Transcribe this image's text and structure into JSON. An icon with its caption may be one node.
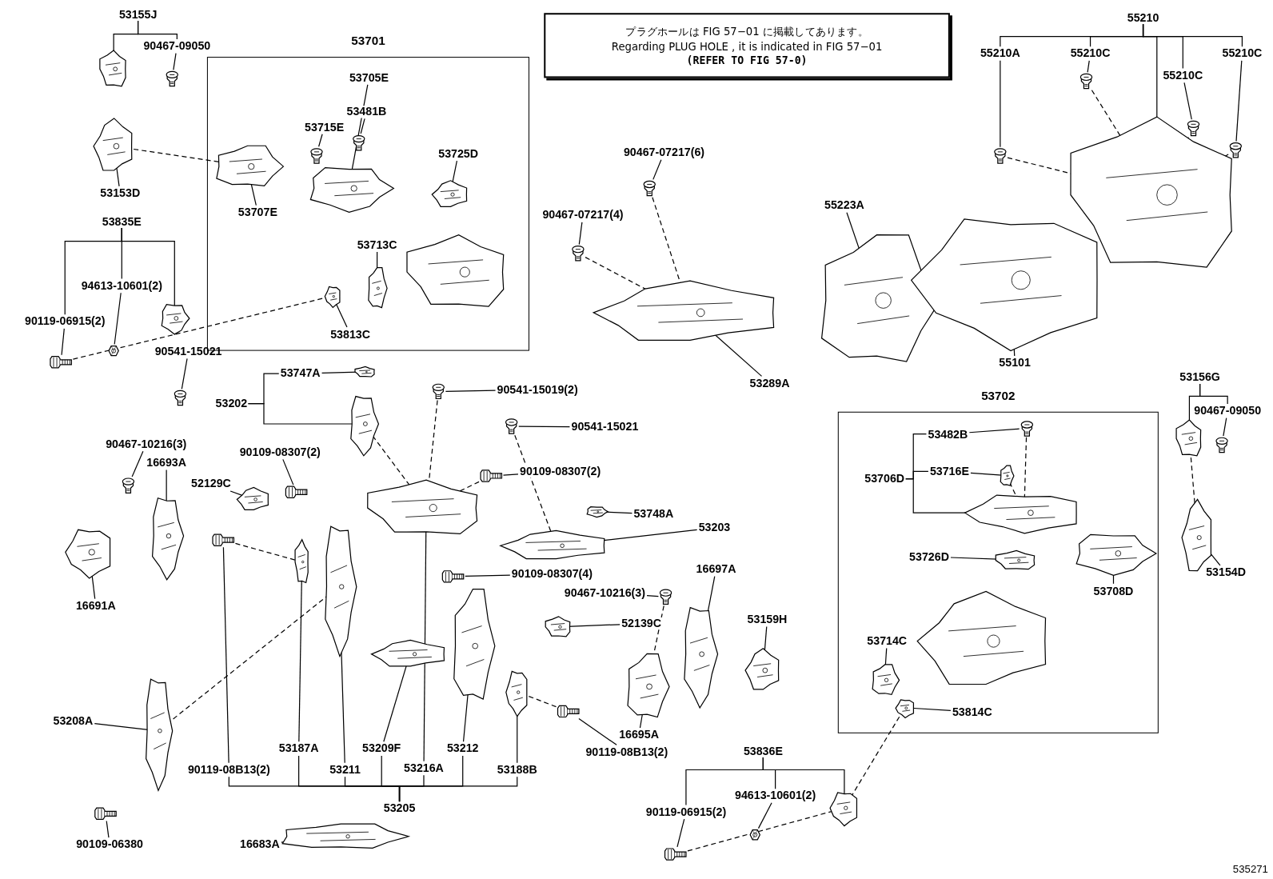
{
  "diagram": {
    "nodes": [
      {
        "text": [
          "53155J"
        ]
      },
      {
        "text": [
          "90467-09050"
        ]
      },
      {
        "text": [
          "53153D"
        ]
      },
      {
        "text": [
          "53835E"
        ]
      },
      {
        "text": [
          "94613-10601(2)"
        ]
      },
      {
        "text": [
          "90119-06915(2)"
        ]
      },
      {
        "text": [
          "90541-15021"
        ]
      },
      {
        "text": [
          "90467-10216(3)"
        ]
      },
      {
        "text": [
          "16693A"
        ]
      },
      {
        "text": [
          "52129C"
        ]
      },
      {
        "text": [
          "16691A"
        ]
      },
      {
        "text": [
          "53701"
        ]
      },
      {
        "text": [
          "53705E"
        ],
        "in": 11
      },
      {
        "text": [
          "53715E"
        ],
        "in": 11
      },
      {
        "text": [
          "53481B"
        ],
        "in": 11
      },
      {
        "text": [
          "53725D"
        ],
        "in": 11
      },
      {
        "text": [
          "53707E"
        ],
        "in": 11
      },
      {
        "text": [
          "53713C"
        ],
        "in": 11
      },
      {
        "text": [
          "53813C"
        ],
        "in": 11
      },
      {
        "text": [
          "プラグホールは FIG 57−01 に掲載してあります。",
          "Regarding PLUG HOLE , it is indicated in FIG 57−01",
          "(REFER TO FIG 57-0)"
        ]
      },
      {
        "text": [
          "55210"
        ]
      },
      {
        "text": [
          "55210A"
        ]
      },
      {
        "text": [
          "55210C"
        ]
      },
      {
        "text": [
          "55210C"
        ]
      },
      {
        "text": [
          "55210C"
        ]
      },
      {
        "text": [
          "90467-07217(6)"
        ]
      },
      {
        "text": [
          "90467-07217(4)"
        ]
      },
      {
        "text": [
          "55223A"
        ]
      },
      {
        "text": [
          "53289A"
        ]
      },
      {
        "text": [
          "55101"
        ]
      },
      {
        "text": [
          "53747A"
        ]
      },
      {
        "text": [
          "53202"
        ]
      },
      {
        "text": [
          "90541-15019(2)"
        ]
      },
      {
        "text": [
          "90541-15021"
        ]
      },
      {
        "text": [
          "90109-08307(2)"
        ]
      },
      {
        "text": [
          "90109-08307(2)"
        ]
      },
      {
        "text": [
          "53748A"
        ]
      },
      {
        "text": [
          "53203"
        ]
      },
      {
        "text": [
          "90109-08307(4)"
        ]
      },
      {
        "text": [
          "90467-10216(3)"
        ]
      },
      {
        "text": [
          "16697A"
        ]
      },
      {
        "text": [
          "52139C"
        ]
      },
      {
        "text": [
          "53159H"
        ]
      },
      {
        "text": [
          "16695A"
        ]
      },
      {
        "text": [
          "53208A"
        ]
      },
      {
        "text": [
          "90109-06380"
        ]
      },
      {
        "text": [
          "53187A"
        ]
      },
      {
        "text": [
          "53211"
        ]
      },
      {
        "text": [
          "53209F"
        ]
      },
      {
        "text": [
          "53212"
        ]
      },
      {
        "text": [
          "53216A"
        ]
      },
      {
        "text": [
          "53188B"
        ]
      },
      {
        "text": [
          "90119-08B13(2)"
        ]
      },
      {
        "text": [
          "90119-08B13(2)"
        ]
      },
      {
        "text": [
          "53205"
        ]
      },
      {
        "text": [
          "16683A"
        ]
      },
      {
        "text": [
          "53836E"
        ]
      },
      {
        "text": [
          "94613-10601(2)"
        ]
      },
      {
        "text": [
          "90119-06915(2)"
        ]
      },
      {
        "text": [
          "53702"
        ]
      },
      {
        "text": [
          "53482B"
        ],
        "in": 59
      },
      {
        "text": [
          "53706D"
        ],
        "in": 59
      },
      {
        "text": [
          "53716E"
        ],
        "in": 59
      },
      {
        "text": [
          "53726D"
        ],
        "in": 59
      },
      {
        "text": [
          "53708D"
        ],
        "in": 59
      },
      {
        "text": [
          "53714C"
        ],
        "in": 59
      },
      {
        "text": [
          "53814C"
        ],
        "in": 59
      },
      {
        "text": [
          "53156G"
        ]
      },
      {
        "text": [
          "90467-09050"
        ]
      },
      {
        "text": [
          "53154D"
        ]
      },
      {
        "text": [],
        "shape": "picture"
      },
      {
        "text": [],
        "shape": "picture"
      },
      {
        "text": [],
        "shape": "picture"
      },
      {
        "text": [],
        "shape": "picture",
        "in": 11
      },
      {
        "text": [],
        "shape": "picture",
        "in": 11
      },
      {
        "text": [],
        "shape": "picture",
        "in": 11
      },
      {
        "text": [],
        "shape": "picture",
        "in": 11
      },
      {
        "text": [],
        "shape": "picture",
        "in": 11
      },
      {
        "text": [],
        "shape": "picture",
        "in": 11
      },
      {
        "text": [],
        "shape": "picture",
        "in": 11
      },
      {
        "text": [],
        "shape": "picture",
        "in": 11
      },
      {
        "text": [],
        "shape": "picture"
      },
      {
        "text": [],
        "shape": "picture"
      },
      {
        "text": [],
        "shape": "picture"
      },
      {
        "text": [],
        "shape": "picture"
      },
      {
        "text": [],
        "shape": "picture"
      },
      {
        "text": [],
        "shape": "picture"
      },
      {
        "text": [],
        "shape": "picture"
      },
      {
        "text": [],
        "shape": "picture"
      },
      {
        "text": [],
        "shape": "picture"
      },
      {
        "text": [],
        "shape": "picture"
      },
      {
        "text": [],
        "shape": "picture"
      },
      {
        "text": [],
        "shape": "picture"
      },
      {
        "text": [],
        "shape": "picture"
      },
      {
        "text": [],
        "shape": "picture"
      },
      {
        "text": [],
        "shape": "picture"
      },
      {
        "text": [],
        "shape": "picture"
      },
      {
        "text": [],
        "shape": "picture"
      },
      {
        "text": [],
        "shape": "picture"
      },
      {
        "text": [],
        "shape": "picture"
      },
      {
        "text": [],
        "shape": "picture"
      },
      {
        "text": [],
        "shape": "picture"
      },
      {
        "text": [],
        "shape": "picture"
      },
      {
        "text": [],
        "shape": "picture"
      },
      {
        "text": [],
        "shape": "picture"
      },
      {
        "text": [],
        "shape": "picture"
      },
      {
        "text": [],
        "shape": "picture"
      },
      {
        "text": [],
        "shape": "picture"
      },
      {
        "text": [],
        "shape": "picture"
      },
      {
        "text": [],
        "shape": "picture"
      },
      {
        "text": [],
        "shape": "picture"
      },
      {
        "text": [],
        "shape": "picture"
      },
      {
        "text": [],
        "shape": "picture"
      },
      {
        "text": [],
        "shape": "picture"
      },
      {
        "text": [],
        "shape": "picture"
      },
      {
        "text": [],
        "shape": "picture"
      },
      {
        "text": [],
        "shape": "picture"
      },
      {
        "text": [],
        "shape": "picture"
      },
      {
        "text": [],
        "shape": "picture"
      },
      {
        "text": [],
        "shape": "picture"
      },
      {
        "text": [],
        "shape": "picture"
      },
      {
        "text": [],
        "shape": "picture"
      },
      {
        "text": [],
        "shape": "picture"
      },
      {
        "text": [],
        "shape": "picture"
      },
      {
        "text": [],
        "shape": "picture"
      },
      {
        "text": [],
        "shape": "picture"
      },
      {
        "text": [],
        "shape": "picture"
      },
      {
        "text": [],
        "shape": "picture",
        "in": 59
      },
      {
        "text": [],
        "shape": "picture",
        "in": 59
      },
      {
        "text": [],
        "shape": "picture",
        "in": 59
      },
      {
        "text": [],
        "shape": "picture",
        "in": 59
      },
      {
        "text": [],
        "shape": "picture",
        "in": 59
      },
      {
        "text": [],
        "shape": "picture",
        "in": 59
      },
      {
        "text": [],
        "shape": "picture",
        "in": 59
      },
      {
        "text": [],
        "shape": "picture",
        "in": 59
      },
      {
        "text": [],
        "shape": "picture"
      },
      {
        "text": [],
        "shape": "picture"
      },
      {
        "text": [],
        "shape": "picture"
      }
    ],
    "edges": [
      {
        "from": 0,
        "to": 1,
        "arrow": "none"
      },
      {
        "from": 0,
        "to": 70,
        "arrow": "none"
      },
      {
        "from": 1,
        "to": 71,
        "arrow": "none"
      },
      {
        "from": 2,
        "to": 72,
        "arrow": "none"
      },
      {
        "from": 3,
        "to": 4,
        "arrow": "none"
      },
      {
        "from": 3,
        "to": 5,
        "arrow": "none"
      },
      {
        "from": 3,
        "to": 81,
        "arrow": "none"
      },
      {
        "from": 4,
        "to": 82,
        "arrow": "none"
      },
      {
        "from": 5,
        "to": 83,
        "arrow": "none"
      },
      {
        "from": 6,
        "to": 84,
        "arrow": "none"
      },
      {
        "from": 7,
        "to": 85,
        "arrow": "none"
      },
      {
        "from": 8,
        "to": 86,
        "arrow": "none"
      },
      {
        "from": 9,
        "to": 87,
        "arrow": "none"
      },
      {
        "from": 10,
        "to": 89,
        "arrow": "none"
      },
      {
        "from": 12,
        "to": 76,
        "arrow": "none"
      },
      {
        "from": 13,
        "to": 74,
        "arrow": "none"
      },
      {
        "from": 14,
        "to": 75,
        "arrow": "none"
      },
      {
        "from": 15,
        "to": 77,
        "arrow": "none"
      },
      {
        "from": 16,
        "to": 73,
        "arrow": "none"
      },
      {
        "from": 17,
        "to": 78,
        "arrow": "none"
      },
      {
        "from": 18,
        "to": 79,
        "arrow": "none"
      },
      {
        "from": 20,
        "to": 21,
        "arrow": "none"
      },
      {
        "from": 20,
        "to": 22,
        "arrow": "none"
      },
      {
        "from": 20,
        "to": 95,
        "arrow": "none"
      },
      {
        "from": 20,
        "to": 23,
        "arrow": "none"
      },
      {
        "from": 20,
        "to": 24,
        "arrow": "none"
      },
      {
        "from": 21,
        "to": 96,
        "arrow": "none"
      },
      {
        "from": 22,
        "to": 97,
        "arrow": "none"
      },
      {
        "from": 23,
        "to": 98,
        "arrow": "none"
      },
      {
        "from": 24,
        "to": 99,
        "arrow": "none"
      },
      {
        "from": 25,
        "to": 90,
        "arrow": "none"
      },
      {
        "from": 26,
        "to": 91,
        "arrow": "none"
      },
      {
        "from": 27,
        "to": 93,
        "arrow": "none"
      },
      {
        "from": 28,
        "to": 92,
        "arrow": "none"
      },
      {
        "from": 29,
        "to": 94,
        "arrow": "none"
      },
      {
        "from": 30,
        "to": 100,
        "arrow": "none"
      },
      {
        "from": 31,
        "to": 30,
        "arrow": "none"
      },
      {
        "from": 31,
        "to": 101,
        "arrow": "none"
      },
      {
        "from": 32,
        "to": 102,
        "arrow": "none"
      },
      {
        "from": 33,
        "to": 103,
        "arrow": "none"
      },
      {
        "from": 34,
        "to": 88,
        "arrow": "none"
      },
      {
        "from": 35,
        "to": 104,
        "arrow": "none"
      },
      {
        "from": 36,
        "to": 106,
        "arrow": "none"
      },
      {
        "from": 37,
        "to": 107,
        "arrow": "none"
      },
      {
        "from": 38,
        "to": 108,
        "arrow": "none"
      },
      {
        "from": 39,
        "to": 109,
        "arrow": "none"
      },
      {
        "from": 40,
        "to": 111,
        "arrow": "none"
      },
      {
        "from": 41,
        "to": 110,
        "arrow": "none"
      },
      {
        "from": 42,
        "to": 112,
        "arrow": "none"
      },
      {
        "from": 43,
        "to": 113,
        "arrow": "none"
      },
      {
        "from": 44,
        "to": 121,
        "arrow": "none"
      },
      {
        "from": 45,
        "to": 122,
        "arrow": "none"
      },
      {
        "from": 46,
        "to": 115,
        "arrow": "none"
      },
      {
        "from": 47,
        "to": 116,
        "arrow": "none"
      },
      {
        "from": 48,
        "to": 117,
        "arrow": "none"
      },
      {
        "from": 49,
        "to": 118,
        "arrow": "none"
      },
      {
        "from": 50,
        "to": 105,
        "arrow": "none"
      },
      {
        "from": 51,
        "to": 119,
        "arrow": "none"
      },
      {
        "from": 52,
        "to": 120,
        "arrow": "none"
      },
      {
        "from": 53,
        "to": 114,
        "arrow": "none"
      },
      {
        "from": 54,
        "to": 53,
        "arrow": "none"
      },
      {
        "from": 54,
        "to": 46,
        "arrow": "none"
      },
      {
        "from": 54,
        "to": 47,
        "arrow": "none"
      },
      {
        "from": 54,
        "to": 48,
        "arrow": "none"
      },
      {
        "from": 54,
        "to": 50,
        "arrow": "none"
      },
      {
        "from": 54,
        "to": 49,
        "arrow": "none"
      },
      {
        "from": 54,
        "to": 51,
        "arrow": "none"
      },
      {
        "from": 55,
        "to": 123,
        "arrow": "none"
      },
      {
        "from": 56,
        "to": 58,
        "arrow": "none"
      },
      {
        "from": 56,
        "to": 57,
        "arrow": "none"
      },
      {
        "from": 56,
        "to": 124,
        "arrow": "none"
      },
      {
        "from": 57,
        "to": 125,
        "arrow": "none"
      },
      {
        "from": 58,
        "to": 126,
        "arrow": "none"
      },
      {
        "from": 61,
        "to": 60,
        "arrow": "none"
      },
      {
        "from": 61,
        "to": 62,
        "arrow": "none"
      },
      {
        "from": 61,
        "to": 129,
        "arrow": "none"
      },
      {
        "from": 60,
        "to": 127,
        "arrow": "none"
      },
      {
        "from": 62,
        "to": 128,
        "arrow": "none"
      },
      {
        "from": 63,
        "to": 130,
        "arrow": "none"
      },
      {
        "from": 64,
        "to": 131,
        "arrow": "none"
      },
      {
        "from": 65,
        "to": 133,
        "arrow": "none"
      },
      {
        "from": 66,
        "to": 134,
        "arrow": "none"
      },
      {
        "from": 67,
        "to": 135,
        "arrow": "none"
      },
      {
        "from": 67,
        "to": 68,
        "arrow": "none"
      },
      {
        "from": 68,
        "to": 136,
        "arrow": "none"
      },
      {
        "from": 69,
        "to": 137,
        "arrow": "none"
      },
      {
        "from": 72,
        "to": 73,
        "arrow": "none",
        "style": "dashed"
      },
      {
        "from": 83,
        "to": 79,
        "arrow": "none",
        "style": "dashed"
      },
      {
        "from": 114,
        "to": 115,
        "arrow": "none",
        "style": "dashed"
      },
      {
        "from": 121,
        "to": 116,
        "arrow": "none",
        "style": "dashed"
      },
      {
        "from": 101,
        "to": 105,
        "arrow": "none",
        "style": "dashed"
      },
      {
        "from": 102,
        "to": 105,
        "arrow": "none",
        "style": "dashed"
      },
      {
        "from": 104,
        "to": 105,
        "arrow": "none",
        "style": "dashed"
      },
      {
        "from": 103,
        "to": 107,
        "arrow": "none",
        "style": "dashed"
      },
      {
        "from": 120,
        "to": 119,
        "arrow": "none",
        "style": "dashed"
      },
      {
        "from": 109,
        "to": 113,
        "arrow": "none",
        "style": "dashed"
      },
      {
        "from": 90,
        "to": 92,
        "arrow": "none",
        "style": "dashed"
      },
      {
        "from": 91,
        "to": 92,
        "arrow": "none",
        "style": "dashed"
      },
      {
        "from": 96,
        "to": 95,
        "arrow": "none",
        "style": "dashed"
      },
      {
        "from": 97,
        "to": 95,
        "arrow": "none",
        "style": "dashed"
      },
      {
        "from": 98,
        "to": 95,
        "arrow": "none",
        "style": "dashed"
      },
      {
        "from": 99,
        "to": 95,
        "arrow": "none",
        "style": "dashed"
      },
      {
        "from": 126,
        "to": 124,
        "arrow": "none",
        "style": "dashed"
      },
      {
        "from": 124,
        "to": 134,
        "arrow": "none",
        "style": "dashed"
      },
      {
        "from": 127,
        "to": 129,
        "arrow": "none",
        "style": "dashed"
      },
      {
        "from": 128,
        "to": 129,
        "arrow": "none",
        "style": "dashed"
      },
      {
        "from": 135,
        "to": 137,
        "arrow": "none",
        "style": "dashed"
      }
    ],
    "labels": [
      "535271"
    ]
  }
}
